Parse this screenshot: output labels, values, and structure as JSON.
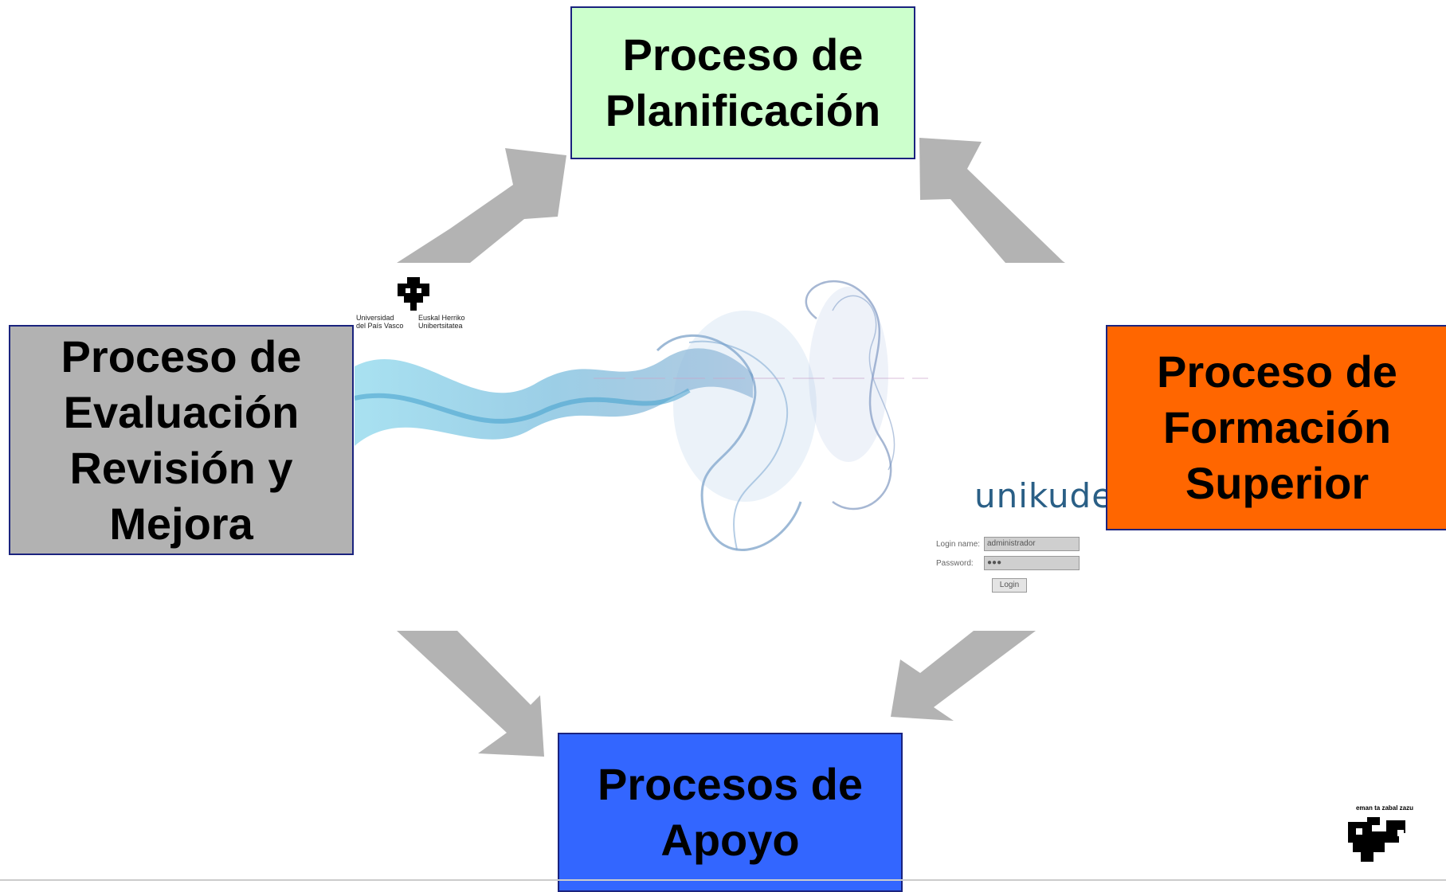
{
  "boxes": {
    "planning": {
      "label": "Proceso de\nPlanificación",
      "color": "#ccffcc"
    },
    "evaluation": {
      "label": "Proceso de\nEvaluación\nRevisión y\nMejora",
      "color": "#b2b2b2"
    },
    "training": {
      "label": "Proceso de\nFormación\nSuperior",
      "color": "#ff6600"
    },
    "support": {
      "label": "Procesos de\nApoyo",
      "color": "#3366ff"
    }
  },
  "arrow_color": "#b3b3b3",
  "screenshot": {
    "logo_left_text": "Universidad\ndel País Vasco",
    "logo_right_text": "Euskal Herriko\nUnibertsitatea",
    "brand": "unikude",
    "brand_star": "*",
    "login_label": "Login name:",
    "login_value": "administrador",
    "password_label": "Password:",
    "password_value": "●●●",
    "login_button": "Login"
  },
  "corner_logo": {
    "motto": "eman ta zabal zazu"
  }
}
